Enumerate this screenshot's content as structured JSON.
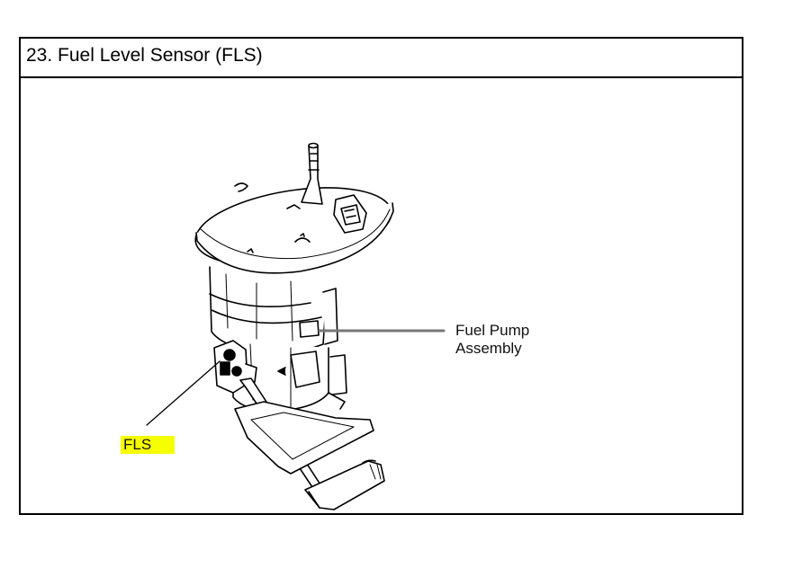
{
  "figure": {
    "title": "23. Fuel Level Sensor (FLS)"
  },
  "callouts": {
    "fuel_pump_line1": "Fuel Pump",
    "fuel_pump_line2": "Assembly",
    "fls": "FLS"
  },
  "colors": {
    "highlight": "#f6ff00",
    "stroke": "#000000"
  }
}
